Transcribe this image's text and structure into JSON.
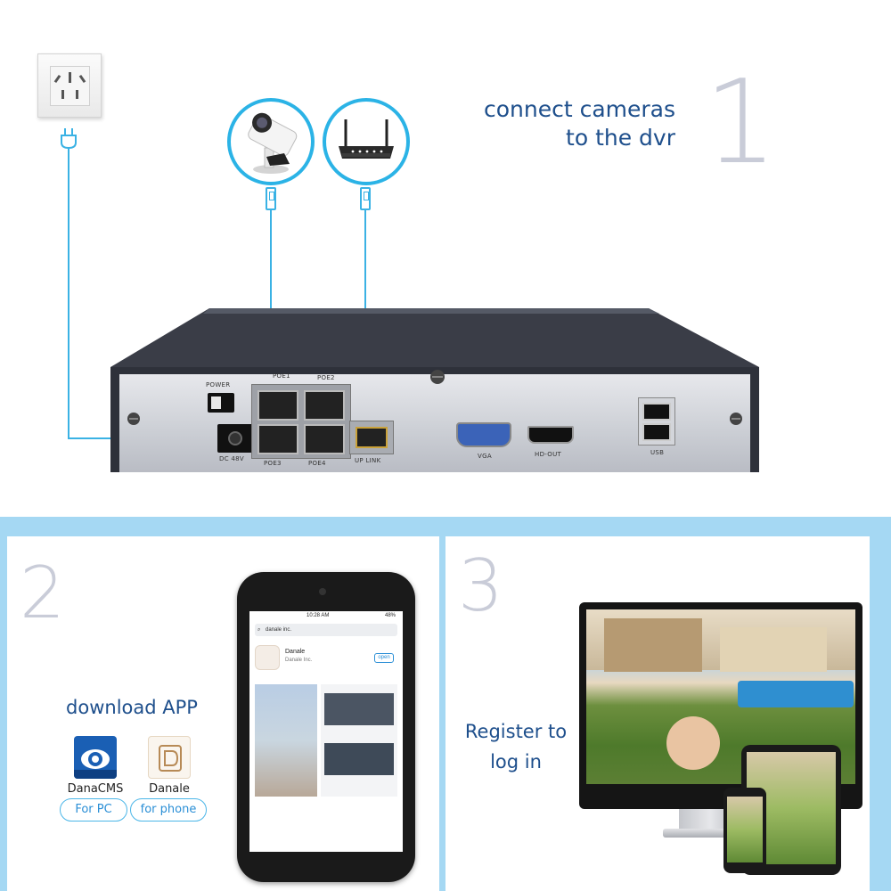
{
  "step1": {
    "number": "1",
    "headline_line1": "connect cameras",
    "headline_line2": "to the dvr"
  },
  "dvr_ports": {
    "power": "POWER",
    "dc": "DC 48V",
    "poe1": "POE1",
    "poe2": "POE2",
    "poe3": "POE3",
    "poe4": "POE4",
    "uplink": "UP LINK",
    "vga": "VGA",
    "hdout": "HD-OUT",
    "usb": "USB"
  },
  "step2": {
    "number": "2",
    "title": "download APP",
    "apps": [
      {
        "name": "DanaCMS",
        "platform": "For PC"
      },
      {
        "name": "Danale",
        "platform": "for phone"
      }
    ],
    "phone": {
      "time": "10:28 AM",
      "battery": "48%",
      "search": "danale inc.",
      "app_title": "Danale",
      "app_developer": "Danale Inc.",
      "open_label": "open"
    }
  },
  "step3": {
    "number": "3",
    "line1": "Register to",
    "line2": "log in"
  },
  "colors": {
    "headline": "#1e4f8c",
    "cable": "#3ab2e4",
    "bottom_bg": "#a5d8f3",
    "step_number": "#c9ccd8"
  }
}
